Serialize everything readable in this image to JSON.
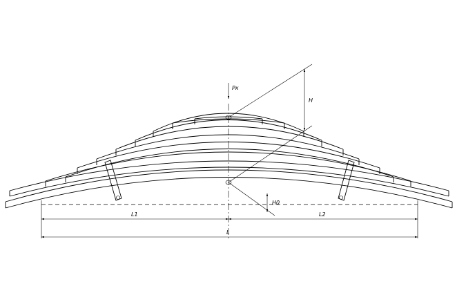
{
  "drawing": {
    "labels": {
      "force": "Pк",
      "height": "H",
      "height_zero": "H0",
      "span_left": "L1",
      "span_right": "L2",
      "span_total": "L"
    }
  }
}
